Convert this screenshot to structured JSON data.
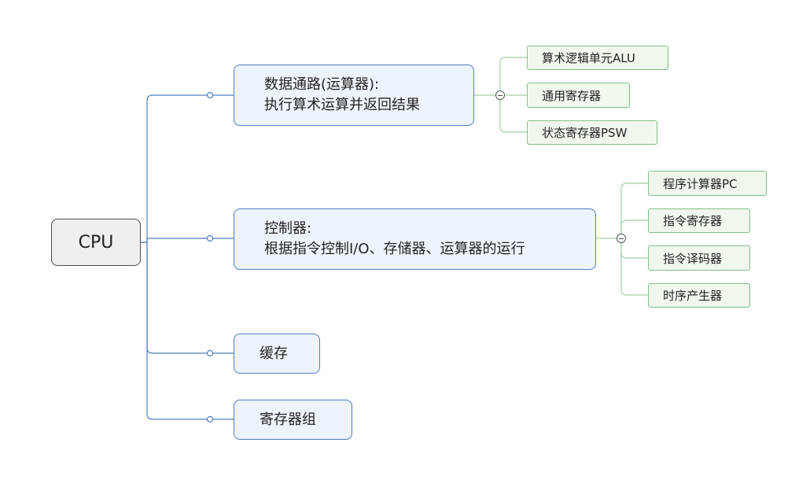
{
  "root": {
    "label": "CPU"
  },
  "branches": [
    {
      "line1": "数据通路(运算器):",
      "line2": "执行算术运算并返回结果"
    },
    {
      "line1": "控制器:",
      "line2": "根据指令控制I/O、存储器、运算器的运行"
    },
    {
      "line1": "缓存"
    },
    {
      "line1": "寄存器组"
    }
  ],
  "datapath_children": [
    "算术逻辑单元ALU",
    "通用寄存器",
    "状态寄存器PSW"
  ],
  "controller_children": [
    "程序计算器PC",
    "指令寄存器",
    "指令译码器",
    "时序产生器"
  ],
  "colors": {
    "branch_line": "#4f7fc0",
    "leaf_line": "#9fd0a8",
    "branch_fill": "#eef4fb",
    "leaf_fill": "#f0f8ee"
  }
}
